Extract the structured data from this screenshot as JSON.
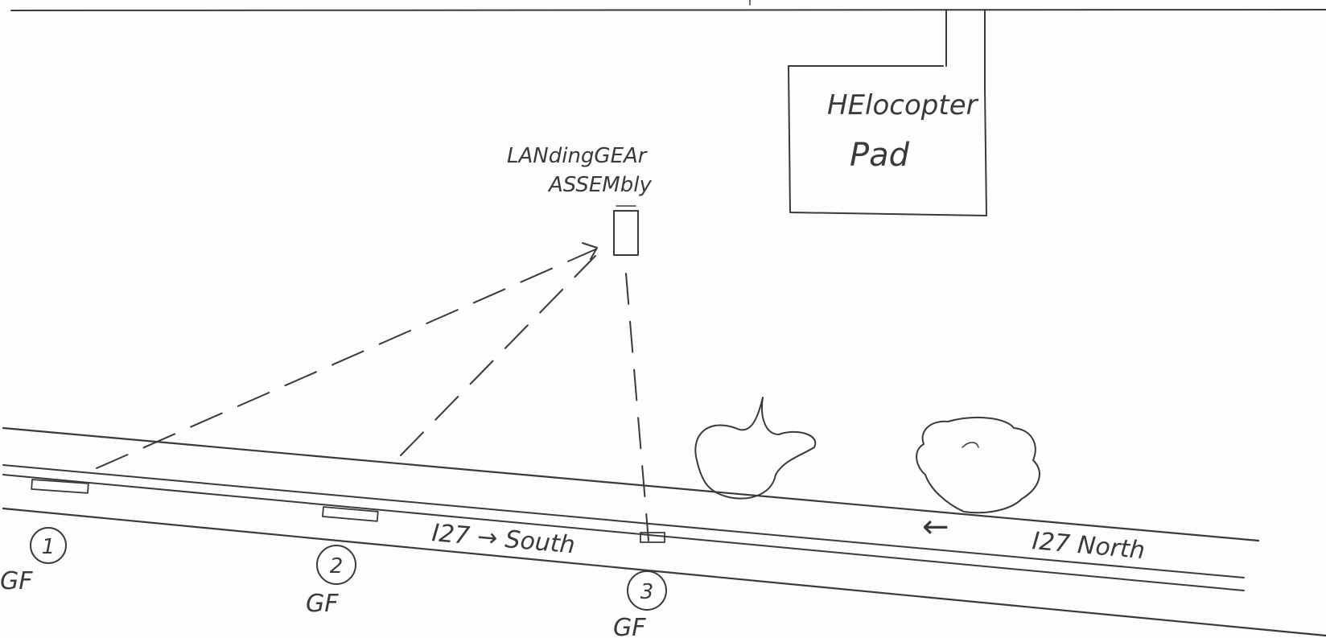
{
  "colors": {
    "paper": "#fdfdfb",
    "ink": "#3a3a3a"
  },
  "labels": {
    "helicopter_line1": "HElocopter",
    "helicopter_line2": "Pad",
    "landing_gear_line1": "LANdingGEAr",
    "landing_gear_line2": "ASSEMbly",
    "road_south": "I27 → South",
    "road_north": "I27 North",
    "north_arrow": "←"
  },
  "markers": [
    {
      "number": "1",
      "tag": "GF"
    },
    {
      "number": "2",
      "tag": "GF"
    },
    {
      "number": "3",
      "tag": "GF"
    }
  ],
  "icons": {
    "bushes": [
      "bush-icon",
      "bush-icon"
    ]
  }
}
